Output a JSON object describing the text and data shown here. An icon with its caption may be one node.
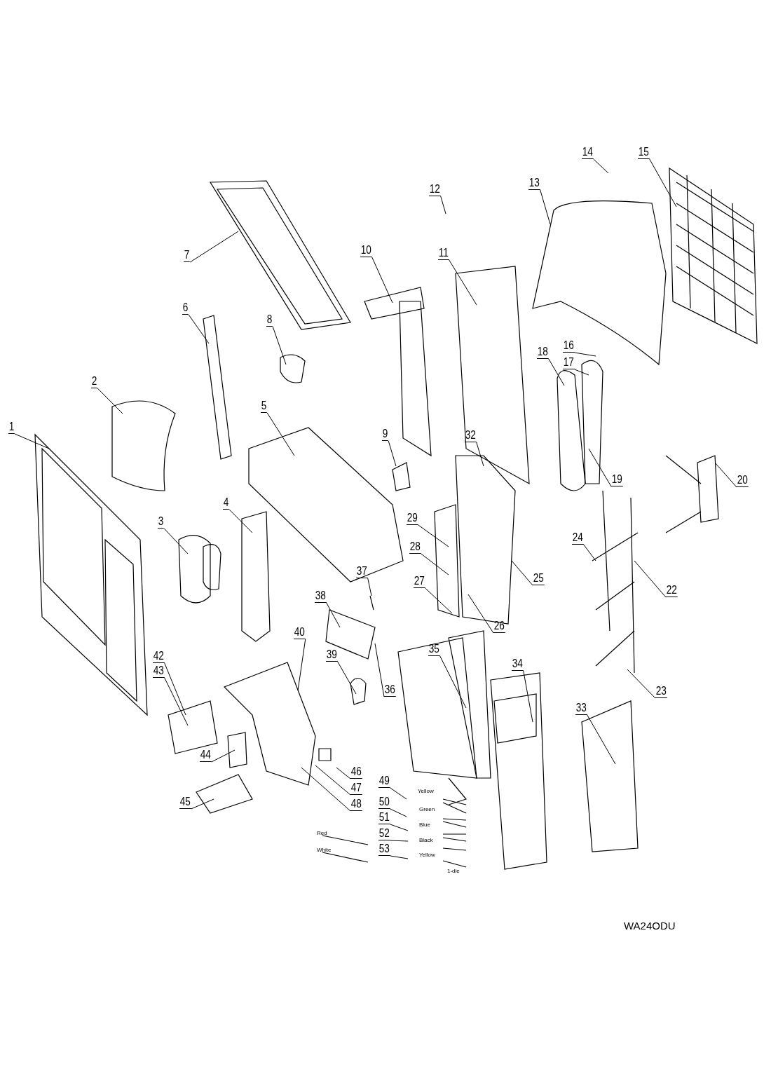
{
  "diagram": {
    "nodes": [
      {
        "text": [
          "1"
        ]
      },
      {
        "text": [
          "2"
        ]
      },
      {
        "text": [
          "3"
        ]
      },
      {
        "text": [
          "4"
        ]
      },
      {
        "text": [
          "5"
        ]
      },
      {
        "text": [
          "6"
        ]
      },
      {
        "text": [
          "7"
        ]
      },
      {
        "text": [
          "8"
        ]
      },
      {
        "text": [
          "9"
        ]
      },
      {
        "text": [
          "10"
        ]
      },
      {
        "text": [
          "11"
        ]
      },
      {
        "text": [
          "12"
        ]
      },
      {
        "text": [
          "13"
        ]
      },
      {
        "text": [
          "14"
        ]
      },
      {
        "text": [
          "15"
        ]
      },
      {
        "text": [
          "16"
        ]
      },
      {
        "text": [
          "17"
        ]
      },
      {
        "text": [
          "18"
        ]
      },
      {
        "text": [
          "19"
        ]
      },
      {
        "text": [
          "20"
        ]
      },
      {
        "text": [
          "22"
        ]
      },
      {
        "text": [
          "23"
        ]
      },
      {
        "text": [
          "24"
        ]
      },
      {
        "text": [
          "25"
        ]
      },
      {
        "text": [
          "26"
        ]
      },
      {
        "text": [
          "27"
        ]
      },
      {
        "text": [
          "28"
        ]
      },
      {
        "text": [
          "29"
        ]
      },
      {
        "text": [
          "32"
        ]
      },
      {
        "text": [
          "33"
        ]
      },
      {
        "text": [
          "34"
        ]
      },
      {
        "text": [
          "35"
        ]
      },
      {
        "text": [
          "36"
        ]
      },
      {
        "text": [
          "37"
        ]
      },
      {
        "text": [
          "38"
        ]
      },
      {
        "text": [
          "39"
        ]
      },
      {
        "text": [
          "40"
        ]
      },
      {
        "text": [
          "42"
        ]
      },
      {
        "text": [
          "43"
        ]
      },
      {
        "text": [
          "44"
        ]
      },
      {
        "text": [
          "45"
        ]
      },
      {
        "text": [
          "46"
        ]
      },
      {
        "text": [
          "47"
        ]
      },
      {
        "text": [
          "48"
        ]
      },
      {
        "text": [
          "49"
        ]
      },
      {
        "text": [
          "50"
        ]
      },
      {
        "text": [
          "51"
        ]
      },
      {
        "text": [
          "52"
        ]
      },
      {
        "text": [
          "53"
        ]
      }
    ],
    "edges": [
      {
        "from": 0,
        "to": null,
        "arrow": "none"
      },
      {
        "from": 1,
        "to": null,
        "arrow": "none"
      },
      {
        "from": 2,
        "to": null,
        "arrow": "none"
      },
      {
        "from": 3,
        "to": null,
        "arrow": "none"
      },
      {
        "from": 4,
        "to": null,
        "arrow": "none"
      },
      {
        "from": 5,
        "to": null,
        "arrow": "none"
      },
      {
        "from": 6,
        "to": null,
        "arrow": "none"
      },
      {
        "from": 7,
        "to": null,
        "arrow": "none"
      },
      {
        "from": 8,
        "to": null,
        "arrow": "none"
      },
      {
        "from": 9,
        "to": null,
        "arrow": "none"
      },
      {
        "from": 10,
        "to": null,
        "arrow": "none"
      },
      {
        "from": 11,
        "to": null,
        "arrow": "none"
      },
      {
        "from": 12,
        "to": null,
        "arrow": "none"
      },
      {
        "from": 13,
        "to": null,
        "arrow": "none"
      },
      {
        "from": 14,
        "to": null,
        "arrow": "none"
      },
      {
        "from": 15,
        "to": null,
        "arrow": "none"
      },
      {
        "from": 16,
        "to": null,
        "arrow": "none"
      },
      {
        "from": 17,
        "to": null,
        "arrow": "none"
      },
      {
        "from": 18,
        "to": null,
        "arrow": "none"
      },
      {
        "from": 19,
        "to": null,
        "arrow": "none"
      },
      {
        "from": 20,
        "to": null,
        "arrow": "none"
      },
      {
        "from": 21,
        "to": null,
        "arrow": "none"
      },
      {
        "from": 22,
        "to": null,
        "arrow": "none"
      },
      {
        "from": 23,
        "to": null,
        "arrow": "none"
      },
      {
        "from": 24,
        "to": null,
        "arrow": "none"
      },
      {
        "from": 25,
        "to": null,
        "arrow": "none"
      },
      {
        "from": 26,
        "to": null,
        "arrow": "none"
      },
      {
        "from": 27,
        "to": null,
        "arrow": "none"
      },
      {
        "from": 28,
        "to": null,
        "arrow": "none"
      },
      {
        "from": 29,
        "to": null,
        "arrow": "none"
      },
      {
        "from": 30,
        "to": null,
        "arrow": "none"
      },
      {
        "from": 31,
        "to": null,
        "arrow": "none"
      },
      {
        "from": 32,
        "to": null,
        "arrow": "none"
      },
      {
        "from": 33,
        "to": null,
        "arrow": "none"
      },
      {
        "from": 34,
        "to": null,
        "arrow": "none"
      },
      {
        "from": 35,
        "to": null,
        "arrow": "none"
      },
      {
        "from": 36,
        "to": null,
        "arrow": "none"
      },
      {
        "from": 37,
        "to": null,
        "arrow": "none"
      },
      {
        "from": 38,
        "to": null,
        "arrow": "none"
      },
      {
        "from": 39,
        "to": null,
        "arrow": "none"
      },
      {
        "from": 40,
        "to": null,
        "arrow": "none"
      },
      {
        "from": 41,
        "to": null,
        "arrow": "none"
      },
      {
        "from": 42,
        "to": null,
        "arrow": "none"
      },
      {
        "from": 43,
        "to": null,
        "arrow": "none"
      },
      {
        "from": 44,
        "to": null,
        "arrow": "none"
      },
      {
        "from": 45,
        "to": null,
        "arrow": "none"
      },
      {
        "from": 46,
        "to": null,
        "arrow": "none"
      },
      {
        "from": 47,
        "to": null,
        "arrow": "none"
      },
      {
        "from": 48,
        "to": null,
        "arrow": "none"
      }
    ],
    "labels": [
      "Yellow",
      "Green",
      "Blue",
      "Black",
      "Yellow",
      "Red",
      "White",
      "1-die",
      "WA24ODU"
    ]
  }
}
